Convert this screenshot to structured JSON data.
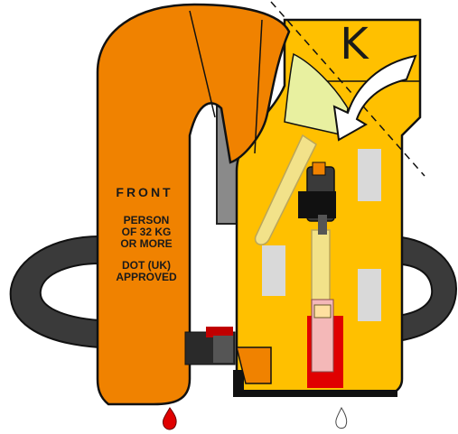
{
  "diagram": {
    "labels": {
      "front": "FRONT",
      "person_line1": "PERSON",
      "person_line2": "OF 32 KG",
      "person_line3": "OR MORE",
      "approved_line1": "DOT (UK)",
      "approved_line2": "APPROVED",
      "panel_letter": "K"
    },
    "colors": {
      "orange": "#f08200",
      "orange_dark": "#c86a00",
      "yellow": "#ffc000",
      "belt": "#3a3a3a",
      "red": "#e00000",
      "pale_yellow": "#f2e28a",
      "grey_patch": "#d9d9d9",
      "green_fabric": "#e8f0a0"
    },
    "icons": [
      "arrow-icon",
      "drop-icon"
    ]
  }
}
